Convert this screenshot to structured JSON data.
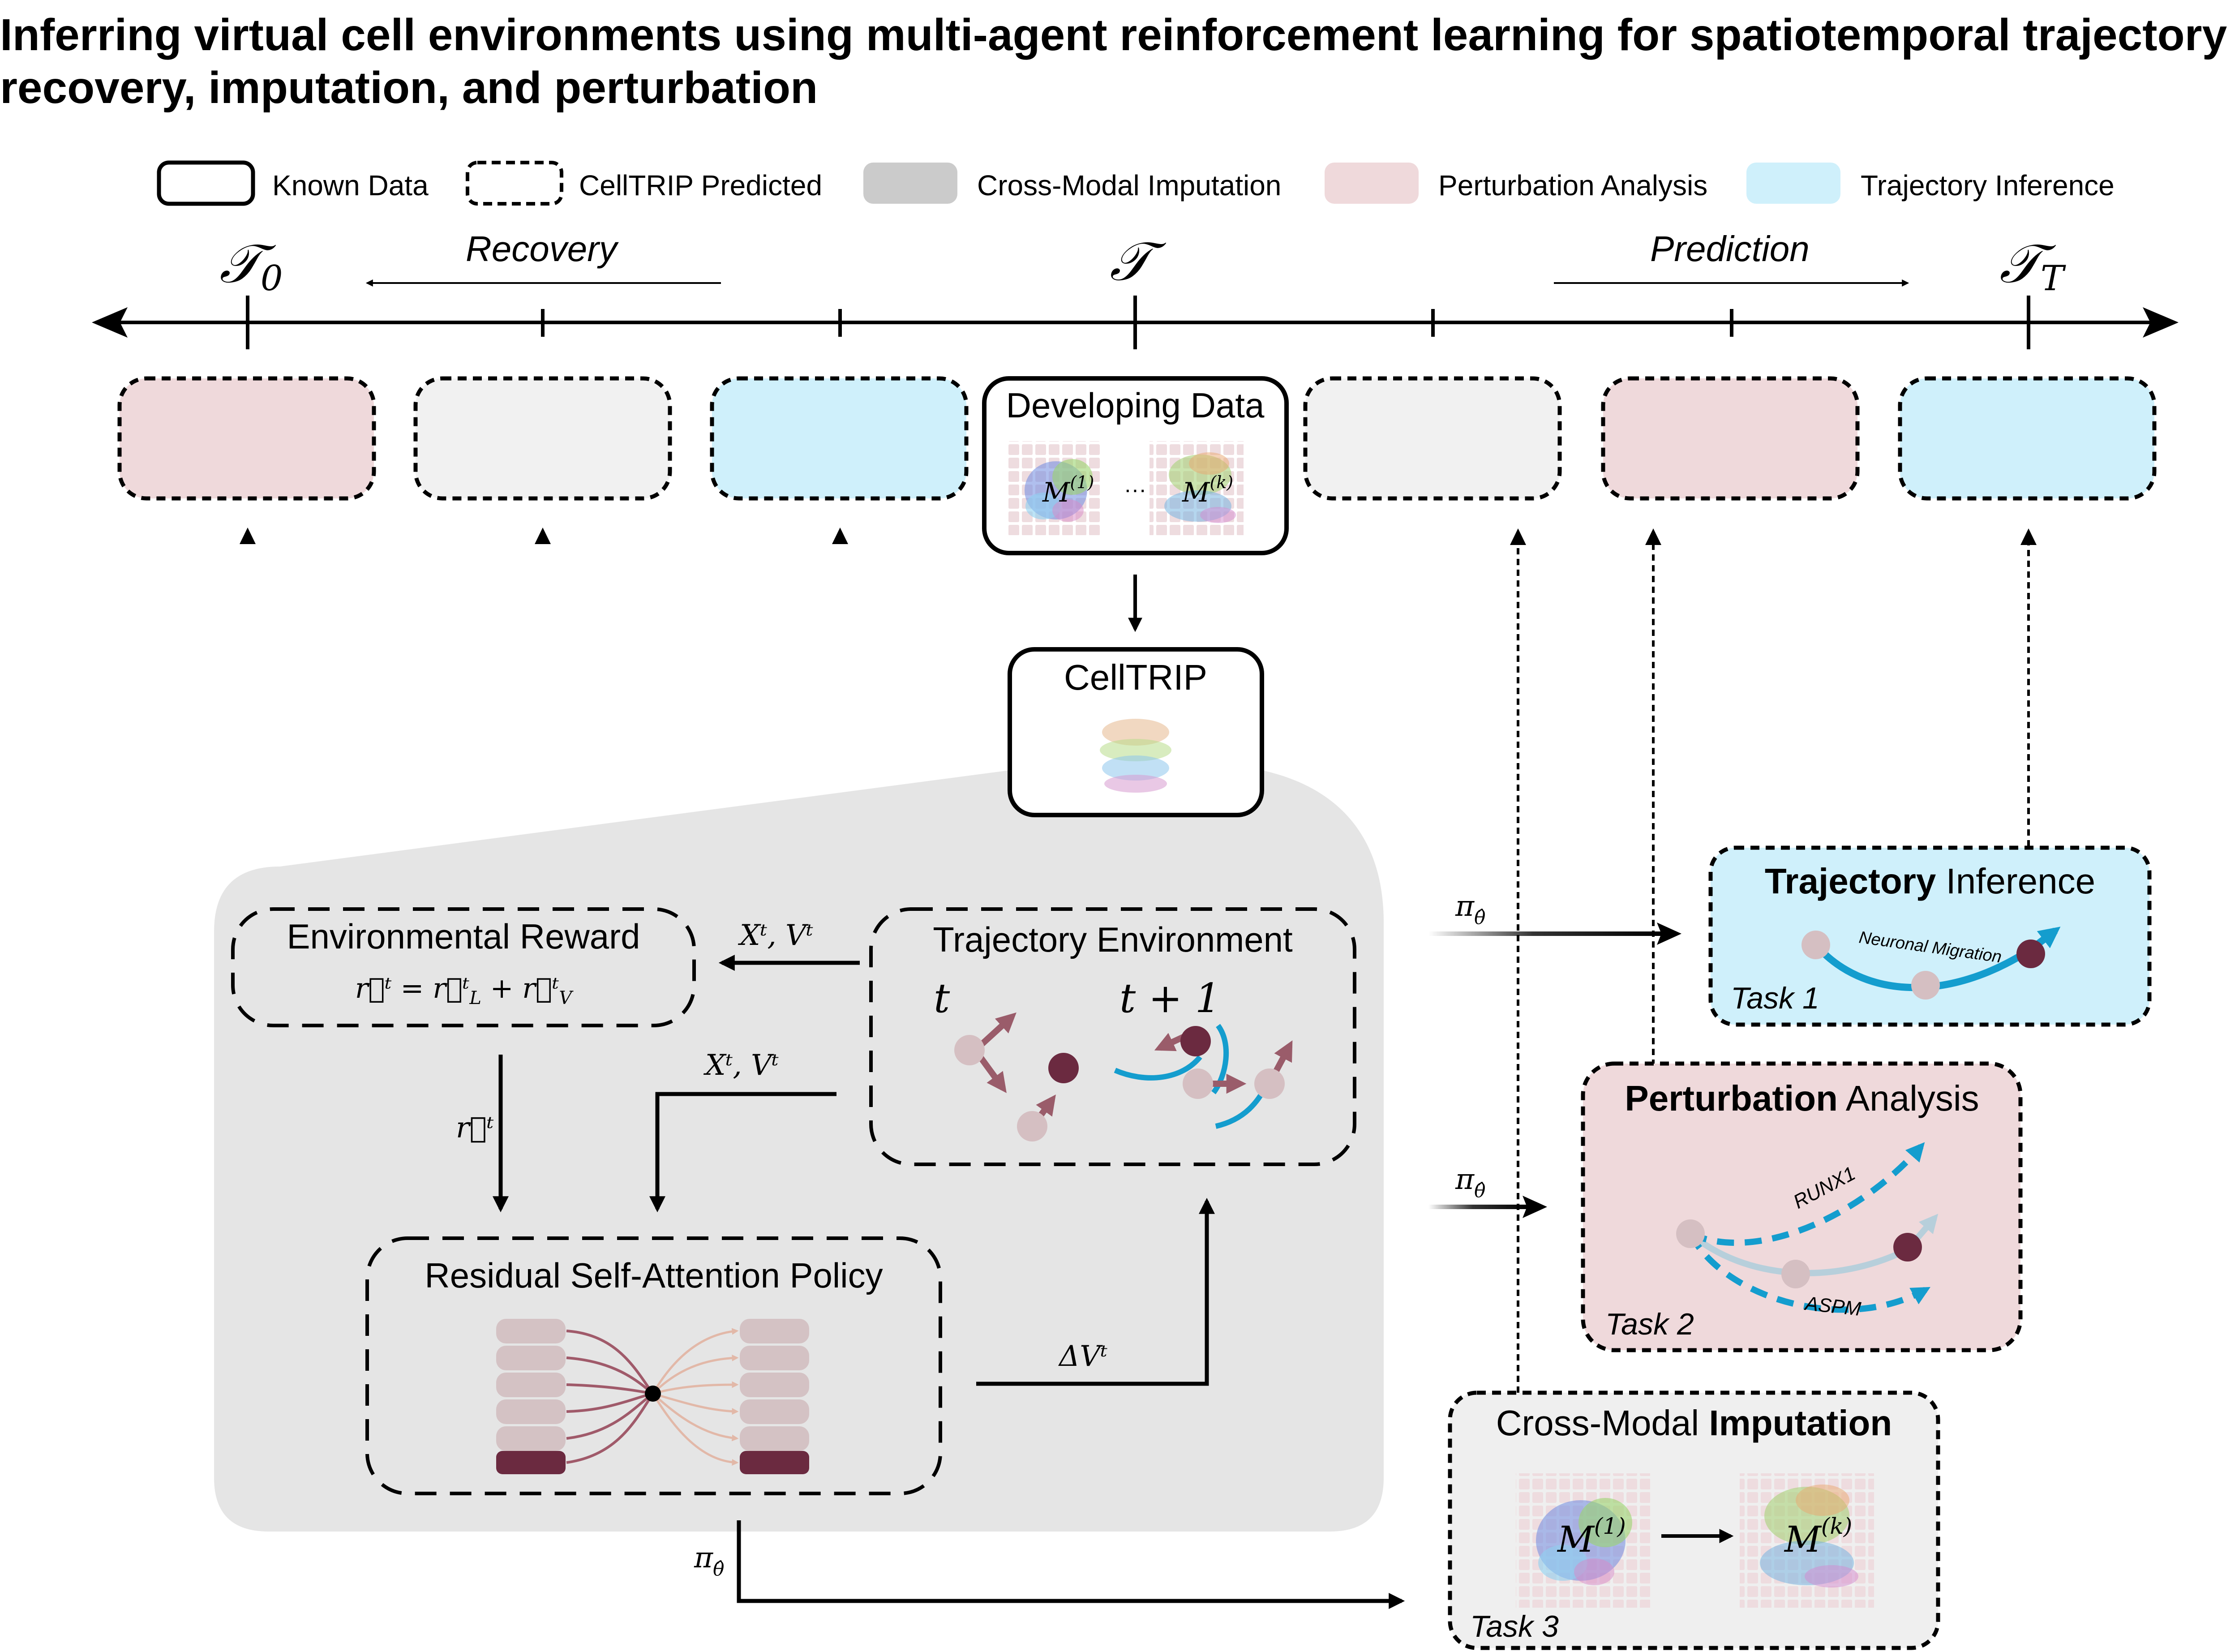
{
  "title": {
    "line1": "Inferring virtual cell environments using multi-agent reinforcement learning for spatiotemporal trajectory",
    "line2": "recovery, imputation, and perturbation"
  },
  "legend": {
    "known": "Known Data",
    "predicted": "CellTRIP Predicted",
    "imputation": "Cross-Modal Imputation",
    "perturbation": "Perturbation Analysis",
    "trajectory": "Trajectory Inference"
  },
  "timeline": {
    "t0": "𝒯",
    "t0_sub": "0",
    "t": "𝒯",
    "tT": "𝒯",
    "tT_sub": "T",
    "recovery": "Recovery",
    "prediction": "Prediction"
  },
  "developing": {
    "label": "Developing Data",
    "m1": "M",
    "m1_sup": "(1)",
    "dots": "···",
    "mk": "M",
    "mk_sup": "(k)"
  },
  "celltrip": {
    "label": "CellTRIP"
  },
  "reward": {
    "title": "Environmental Reward",
    "eq_lhs": "r⃗ᵗ = r⃗ᵗ",
    "eq_sub_l": "L",
    "eq_mid": " + r⃗ᵗ",
    "eq_sub_v": "V"
  },
  "env": {
    "title": "Trajectory Environment",
    "t": "t",
    "t1": "t + 1"
  },
  "policy": {
    "title": "Residual Self-Attention Policy"
  },
  "arrows": {
    "xv1": "Xᵗ, Vᵗ",
    "xv2": "Xᵗ, Vᵗ",
    "r": "r⃗ᵗ",
    "dv": "ΔVᵗ",
    "pi": "π",
    "pi_sub": "θ̂"
  },
  "tasks": {
    "traj_bold": "Trajectory",
    "traj_rest": " Inference",
    "traj_curve": "Neuronal Migration",
    "task1": "Task 1",
    "pert_bold": "Perturbation",
    "pert_rest": " Analysis",
    "runx1": "RUNX1",
    "aspm": "ASPM",
    "task2": "Task 2",
    "imp_rest": "Cross-Modal ",
    "imp_bold": "Imputation",
    "task3": "Task 3"
  },
  "colors": {
    "pink": "#efd9db",
    "blue": "#cff0fb",
    "grey_fill": "#e6e6e6",
    "panel": "#e5e5e5",
    "maroon": "#6b2a40",
    "light_node": "#d5bfc2",
    "arrow_maroon": "#9a5c6a",
    "cyan": "#149dce"
  }
}
